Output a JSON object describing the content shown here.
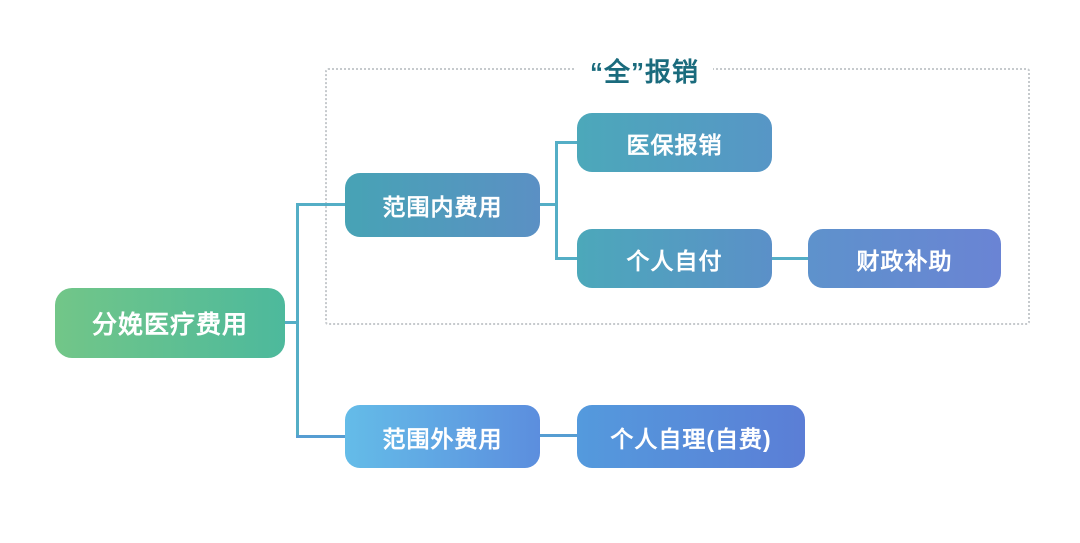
{
  "diagram": {
    "group": {
      "label": "“全”报销"
    },
    "nodes": {
      "root": {
        "label": "分娩医疗费用"
      },
      "in_scope": {
        "label": "范围内费用"
      },
      "insurance": {
        "label": "医保报销"
      },
      "copay": {
        "label": "个人自付"
      },
      "subsidy": {
        "label": "财政补助"
      },
      "out_scope": {
        "label": "范围外费用"
      },
      "self_pay": {
        "label": "个人自理(自费)"
      }
    },
    "colors": {
      "root_gradient": [
        "#72c688",
        "#4db99c"
      ],
      "in_scope_gradient": [
        "#47a3b5",
        "#5b90c4"
      ],
      "insurance_gradient": [
        "#4ca8ba",
        "#5796c6"
      ],
      "copay_gradient": [
        "#4ca8ba",
        "#5b90c8"
      ],
      "subsidy_gradient": [
        "#5e92cc",
        "#6a84d4"
      ],
      "out_scope_gradient": [
        "#64bce8",
        "#5c8ede"
      ],
      "self_pay_gradient": [
        "#549add",
        "#5b7ed6"
      ],
      "connector": "#54aec6",
      "connector_bottom": "#569dd2",
      "group_border": "#c6cacd",
      "group_label_text": "#1a6b7d",
      "node_text": "#ffffff"
    }
  }
}
